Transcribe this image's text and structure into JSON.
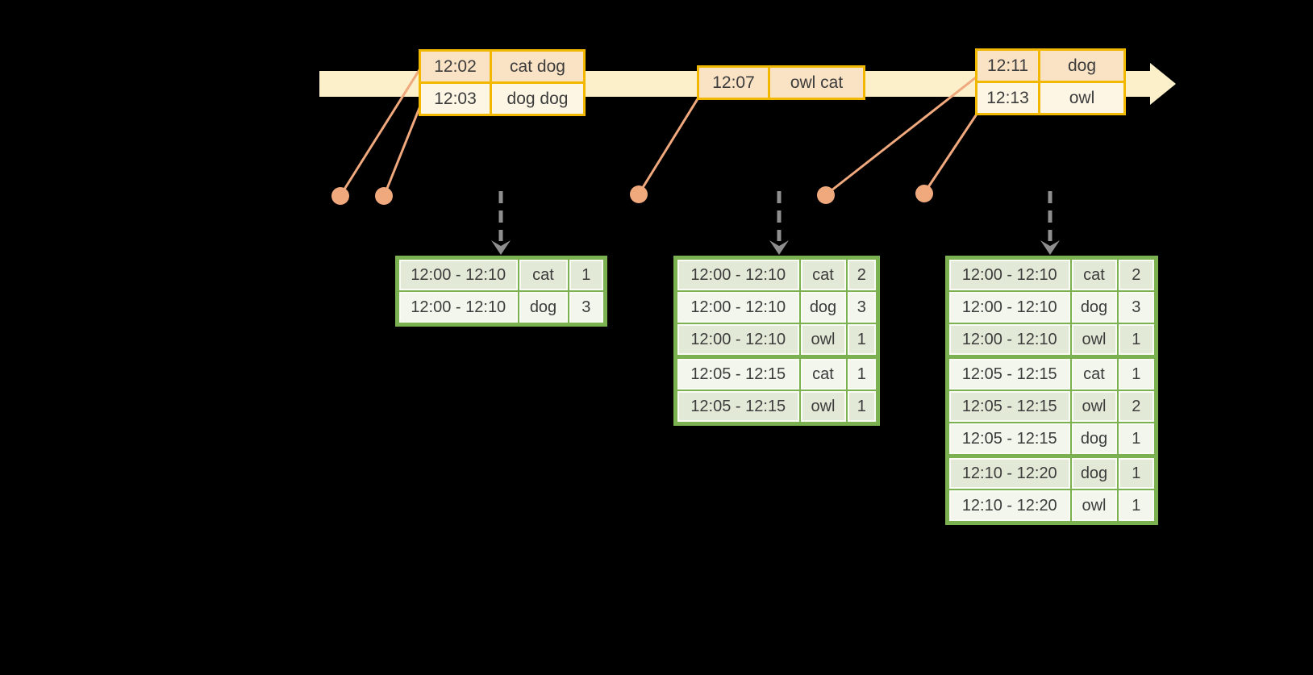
{
  "colors": {
    "background": "#000000",
    "timeline_band": "#FBF0CA",
    "event_border": "#F2B800",
    "event_row_tinted": "#FAE3C5",
    "event_row_light": "#FDF6E4",
    "connector_salmon": "#F0A87D",
    "flow_arrow_gray": "#8F8F8F",
    "result_border": "#7CB152",
    "result_row_tinted": "#E2EAD7",
    "result_row_light": "#F2F6EC",
    "text": "#3C3C3C"
  },
  "icons": {
    "timeline_arrowhead": "right-arrow",
    "flow_arrow": "dashed-down-arrow",
    "event_marker": "dot"
  },
  "timeline": {
    "events": [
      {
        "rows": [
          {
            "time": "12:02",
            "words": "cat dog"
          },
          {
            "time": "12:03",
            "words": "dog dog"
          }
        ]
      },
      {
        "rows": [
          {
            "time": "12:07",
            "words": "owl cat"
          }
        ]
      },
      {
        "rows": [
          {
            "time": "12:11",
            "words": "dog"
          },
          {
            "time": "12:13",
            "words": "owl"
          }
        ]
      }
    ]
  },
  "result_tables": [
    {
      "rows": [
        {
          "window": "12:00 - 12:10",
          "word": "cat",
          "count": "1"
        },
        {
          "window": "12:00 - 12:10",
          "word": "dog",
          "count": "3"
        }
      ]
    },
    {
      "rows": [
        {
          "window": "12:00 - 12:10",
          "word": "cat",
          "count": "2"
        },
        {
          "window": "12:00 - 12:10",
          "word": "dog",
          "count": "3"
        },
        {
          "window": "12:00 - 12:10",
          "word": "owl",
          "count": "1"
        },
        {
          "window": "12:05 - 12:15",
          "word": "cat",
          "count": "1",
          "group_start": true
        },
        {
          "window": "12:05 - 12:15",
          "word": "owl",
          "count": "1"
        }
      ]
    },
    {
      "rows": [
        {
          "window": "12:00 - 12:10",
          "word": "cat",
          "count": "2"
        },
        {
          "window": "12:00 - 12:10",
          "word": "dog",
          "count": "3"
        },
        {
          "window": "12:00 - 12:10",
          "word": "owl",
          "count": "1"
        },
        {
          "window": "12:05 - 12:15",
          "word": "cat",
          "count": "1",
          "group_start": true
        },
        {
          "window": "12:05 - 12:15",
          "word": "owl",
          "count": "2"
        },
        {
          "window": "12:05 - 12:15",
          "word": "dog",
          "count": "1"
        },
        {
          "window": "12:10 - 12:20",
          "word": "dog",
          "count": "1",
          "group_start": true
        },
        {
          "window": "12:10 - 12:20",
          "word": "owl",
          "count": "1"
        }
      ]
    }
  ]
}
